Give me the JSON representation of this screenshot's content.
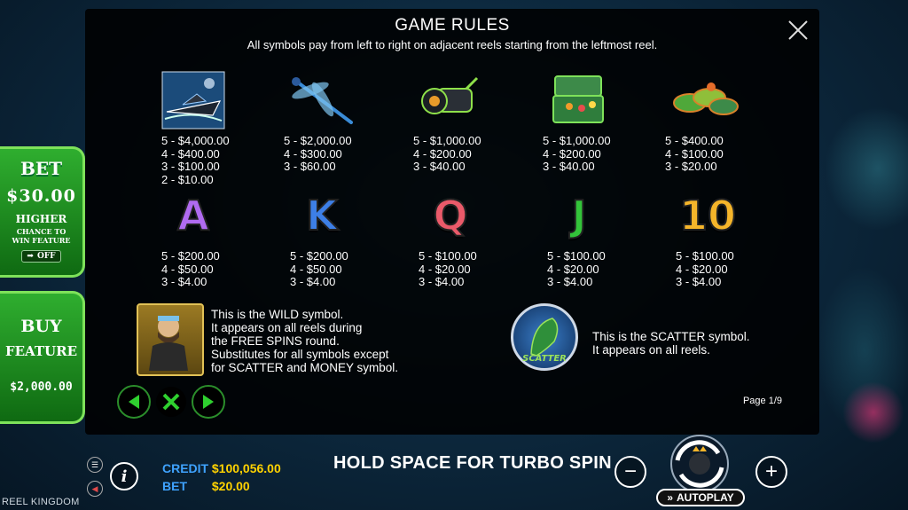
{
  "colors": {
    "accent_green": "#2fae2f",
    "credit_label": "#3fa3ff",
    "credit_value": "#ffd200"
  },
  "rules": {
    "title": "GAME RULES",
    "subtitle": "All symbols pay from left to right on adjacent reels starting from the leftmost reel.",
    "close_icon": "close-icon",
    "page": "Page 1/9"
  },
  "symbols_row1": [
    {
      "name": "speedboat",
      "pays": [
        "5 - $4,000.00",
        "4 - $400.00",
        "3 - $100.00",
        "2 - $10.00"
      ]
    },
    {
      "name": "dragonfly",
      "pays": [
        "5 - $2,000.00",
        "4 - $300.00",
        "3 - $60.00"
      ]
    },
    {
      "name": "reel",
      "pays": [
        "5 - $1,000.00",
        "4 - $200.00",
        "3 - $40.00"
      ]
    },
    {
      "name": "tackle-box",
      "pays": [
        "5 - $1,000.00",
        "4 - $200.00",
        "3 - $40.00"
      ]
    },
    {
      "name": "fish",
      "pays": [
        "5 - $400.00",
        "4 - $100.00",
        "3 - $20.00"
      ]
    }
  ],
  "symbols_row2": [
    {
      "letter": "A",
      "color": "#b06bf0",
      "pays": [
        "5 - $200.00",
        "4 - $50.00",
        "3 - $4.00"
      ]
    },
    {
      "letter": "K",
      "color": "#3d7fe6",
      "pays": [
        "5 - $200.00",
        "4 - $50.00",
        "3 - $4.00"
      ]
    },
    {
      "letter": "Q",
      "color": "#ea5a6a",
      "pays": [
        "5 - $100.00",
        "4 - $20.00",
        "3 - $4.00"
      ]
    },
    {
      "letter": "J",
      "color": "#33c43a",
      "pays": [
        "5 - $100.00",
        "4 - $20.00",
        "3 - $4.00"
      ]
    },
    {
      "letter": "10",
      "color": "#f5b52a",
      "pays": [
        "5 - $100.00",
        "4 - $20.00",
        "3 - $4.00"
      ]
    }
  ],
  "wild": {
    "lines": [
      "This is the WILD symbol.",
      "It appears on all reels during",
      "the FREE SPINS round.",
      "Substitutes for all symbols except",
      "for SCATTER and MONEY symbol."
    ]
  },
  "scatter": {
    "badge": "SCATTER",
    "lines": [
      "This is the SCATTER symbol.",
      "It appears on all reels."
    ]
  },
  "bet_panel": {
    "title": "BET",
    "amount": "$30.00",
    "higher": "HIGHER",
    "chance_line1": "CHANCE TO",
    "chance_line2": "WIN FEATURE",
    "toggle": "OFF"
  },
  "buy_panel": {
    "title": "BUY",
    "subtitle": "FEATURE",
    "amount": "$2,000.00"
  },
  "bottom": {
    "credit_label": "CREDIT",
    "credit_value": "$100,056.00",
    "bet_label": "BET",
    "bet_value": "$20.00",
    "turbo": "HOLD SPACE FOR TURBO SPIN",
    "autoplay": "AUTOPLAY",
    "brand": "REEL KINGDOM",
    "info": "i"
  }
}
